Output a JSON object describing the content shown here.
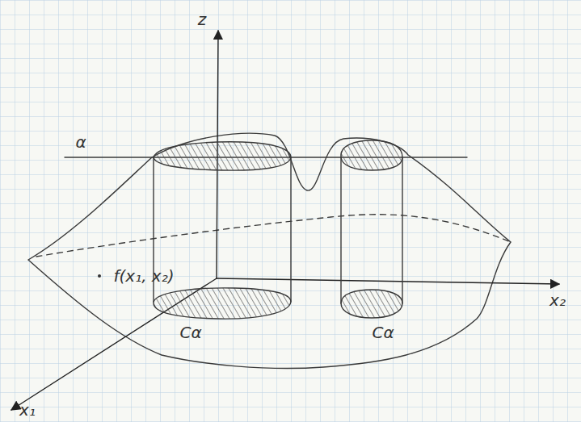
{
  "diagram": {
    "labels": [
      "z",
      "α",
      "f(x₁, x₂)",
      "Cα",
      "Cα",
      "x₂",
      "x₁"
    ]
  }
}
